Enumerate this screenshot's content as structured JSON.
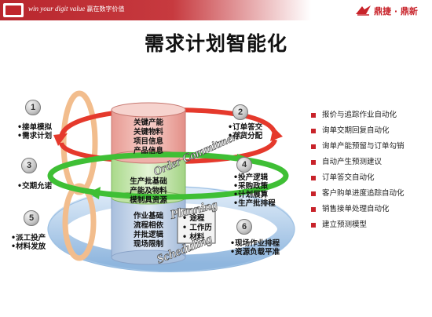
{
  "header": {
    "slogan_en": "win your digit value",
    "slogan_cn": "赢在数字价值",
    "brand_name": "鼎捷 · 鼎新"
  },
  "title": "需求计划智能化",
  "diagram": {
    "cylinder_top": [
      "关键产能",
      "关键物料",
      "项目信息",
      "产品信息"
    ],
    "cylinder_middle": [
      "生产批基础",
      "产能及物料",
      "模制具资源"
    ],
    "cylinder_bottom": [
      "作业基础",
      "流程相依",
      "并批逻辑",
      "现场限制"
    ],
    "route_box": [
      "途程",
      "工作历",
      "材料"
    ],
    "band_labels": {
      "order_commitment": "Order Commitment",
      "planning": "Planning",
      "scheduling": "Scheduling"
    },
    "badges": [
      "1",
      "2",
      "3",
      "4",
      "5",
      "6"
    ],
    "left_labels": {
      "group1": [
        "•接单模拟",
        "•需求计划"
      ],
      "group3": [
        "•交期允诺"
      ],
      "group5": [
        "•派工投产",
        "•材料发放"
      ]
    },
    "right_labels": {
      "group2": [
        "•订单答交",
        "•存货分配"
      ],
      "group4": [
        "•投产逻辑",
        "•采购政策",
        "•计划展算",
        "•生产批排程"
      ],
      "group6": [
        "•现场作业排程",
        "•资源负载平准"
      ]
    }
  },
  "features": [
    "报价与追踪作业自动化",
    "询单交期回复自动化",
    "询单产能预留与订单勾销",
    "自动产生预测建议",
    "订单答交自动化",
    "客户购单进度追踪自动化",
    "销售接单处理自动化",
    "建立预测模型"
  ],
  "colors": {
    "brand_red": "#c8232a",
    "cylinder_top": "#f2b6b0",
    "cylinder_mid": "#cfe9b4",
    "cylinder_bottom": "#c8d6ea",
    "arrow_red": "#e23a2c",
    "arrow_green": "#3fbf35",
    "ring_orange": "#f0b583",
    "ring_blue": "#a9cbe8"
  }
}
